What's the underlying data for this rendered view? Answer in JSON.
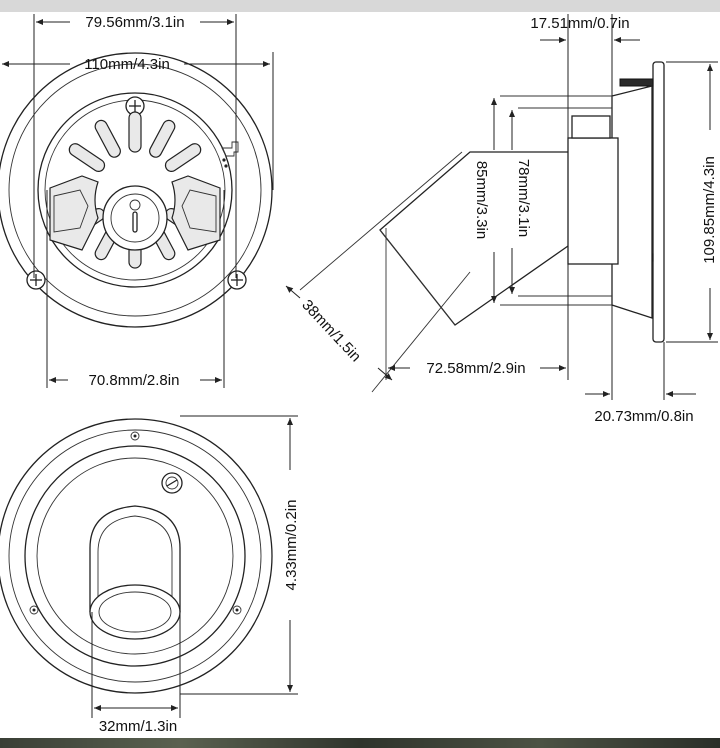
{
  "diagram": {
    "front_view": {
      "outer_diameter_label": "110mm/4.3in",
      "mount_spacing_label": "79.56mm/3.1in",
      "inner_width_label": "70.8mm/2.8in"
    },
    "side_view": {
      "depth_label": "17.51mm/0.7in",
      "flange_height_label": "109.85mm/4.3in",
      "body_height_label": "85mm/3.3in",
      "inner_height_label": "78mm/3.1in",
      "angle_length_label": "38mm/1.5in",
      "projection_label": "72.58mm/2.9in",
      "flange_thickness_label": "20.73mm/0.8in"
    },
    "back_view": {
      "height_label": "4.33mm/0.2in",
      "spout_diameter_label": "32mm/1.3in"
    }
  },
  "colors": {
    "line": "#222222",
    "background": "#ffffff"
  }
}
